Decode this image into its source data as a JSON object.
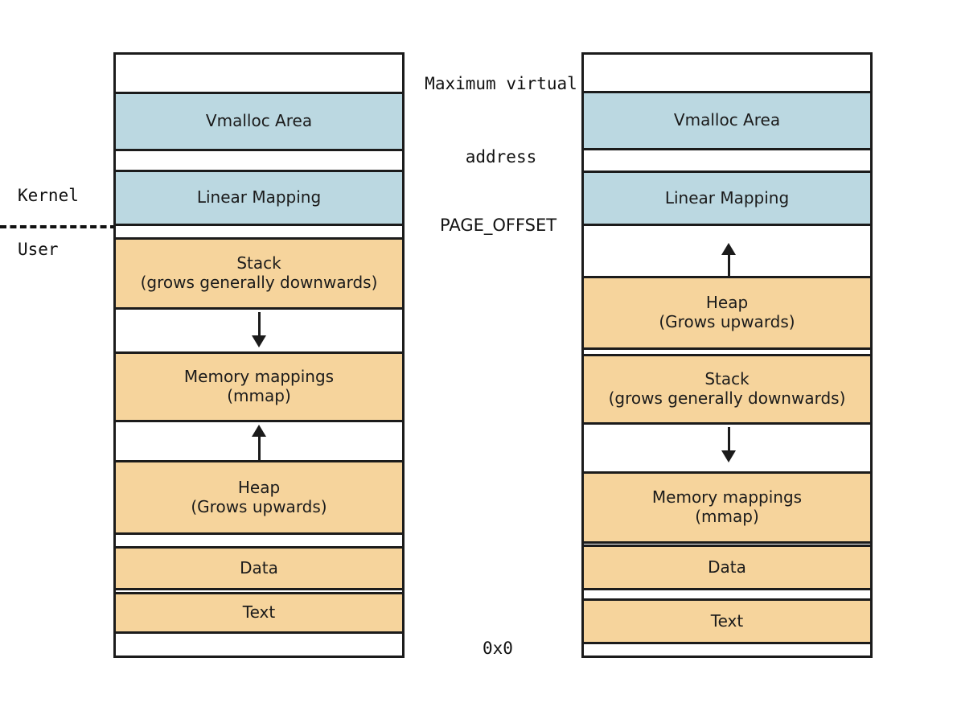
{
  "diagram": {
    "title_annotation": "Maximum virtual address",
    "annotations": {
      "max_virtual_address_line1": "Maximum virtual",
      "max_virtual_address_line2": "address",
      "page_offset": "PAGE_OFFSET",
      "zero_address": "0x0",
      "kernel_label": "Kernel",
      "user_label": "User"
    },
    "colors": {
      "kernel_fill": "#bbd8e1",
      "user_fill": "#f6d49c",
      "stroke": "#1b1b1b",
      "background": "#ffffff"
    },
    "left_column": {
      "name": "classic-layout",
      "regions": [
        {
          "id": "vmalloc",
          "label": "Vmalloc Area",
          "sublabel": "",
          "kind": "kernel"
        },
        {
          "id": "linear",
          "label": "Linear Mapping",
          "sublabel": "",
          "kind": "kernel"
        },
        {
          "id": "stack",
          "label": "Stack",
          "sublabel": "(grows generally downwards)",
          "kind": "user"
        },
        {
          "id": "mmap",
          "label": "Memory mappings",
          "sublabel": "(mmap)",
          "kind": "user"
        },
        {
          "id": "heap",
          "label": "Heap",
          "sublabel": "(Grows upwards)",
          "kind": "user"
        },
        {
          "id": "data",
          "label": "Data",
          "sublabel": "",
          "kind": "user"
        },
        {
          "id": "text",
          "label": "Text",
          "sublabel": "",
          "kind": "user"
        }
      ],
      "arrows": [
        {
          "id": "stack-down",
          "direction": "down"
        },
        {
          "id": "mmap-up",
          "direction": "up"
        }
      ]
    },
    "right_column": {
      "name": "alternate-layout",
      "regions": [
        {
          "id": "vmalloc",
          "label": "Vmalloc Area",
          "sublabel": "",
          "kind": "kernel"
        },
        {
          "id": "linear",
          "label": "Linear Mapping",
          "sublabel": "",
          "kind": "kernel"
        },
        {
          "id": "heap",
          "label": "Heap",
          "sublabel": "(Grows upwards)",
          "kind": "user"
        },
        {
          "id": "stack",
          "label": "Stack",
          "sublabel": "(grows generally downwards)",
          "kind": "user"
        },
        {
          "id": "mmap",
          "label": "Memory mappings",
          "sublabel": "(mmap)",
          "kind": "user"
        },
        {
          "id": "data",
          "label": "Data",
          "sublabel": "",
          "kind": "user"
        },
        {
          "id": "text",
          "label": "Text",
          "sublabel": "",
          "kind": "user"
        }
      ],
      "arrows": [
        {
          "id": "heap-up",
          "direction": "up"
        },
        {
          "id": "stack-down",
          "direction": "down"
        }
      ]
    }
  }
}
